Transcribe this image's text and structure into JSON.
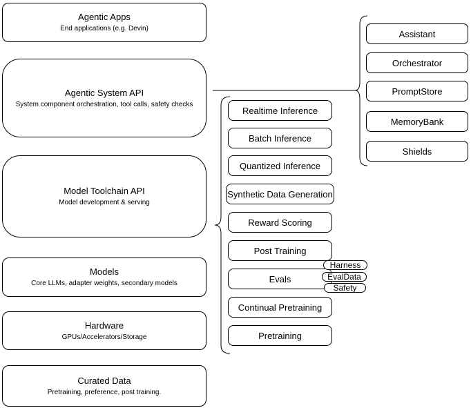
{
  "diagram": {
    "colors": {
      "stroke": "#000000",
      "fill": "#ffffff",
      "text": "#000000"
    },
    "left_stack": [
      {
        "title": "Agentic Apps",
        "subtitle": "End applications (e.g. Devin)"
      },
      {
        "title": "Agentic System API",
        "subtitle": "System component orchestration, tool calls, safety checks"
      },
      {
        "title": "Model Toolchain API",
        "subtitle": "Model development & serving"
      },
      {
        "title": "Models",
        "subtitle": "Core LLMs, adapter weights, secondary models"
      },
      {
        "title": "Hardware",
        "subtitle": "GPUs/Accelerators/Storage"
      },
      {
        "title": "Curated Data",
        "subtitle": "Pretraining, preference, post training."
      }
    ],
    "toolchain_items": [
      "Realtime Inference",
      "Batch Inference",
      "Quantized Inference",
      "Synthetic Data Generation",
      "Reward Scoring",
      "Post Training",
      "Evals",
      "Continual Pretraining",
      "Pretraining"
    ],
    "evals_pills": [
      "Harness",
      "EvalData",
      "Safety"
    ],
    "system_components": [
      "Assistant",
      "Orchestrator",
      "PromptStore",
      "MemoryBank",
      "Shields"
    ]
  }
}
